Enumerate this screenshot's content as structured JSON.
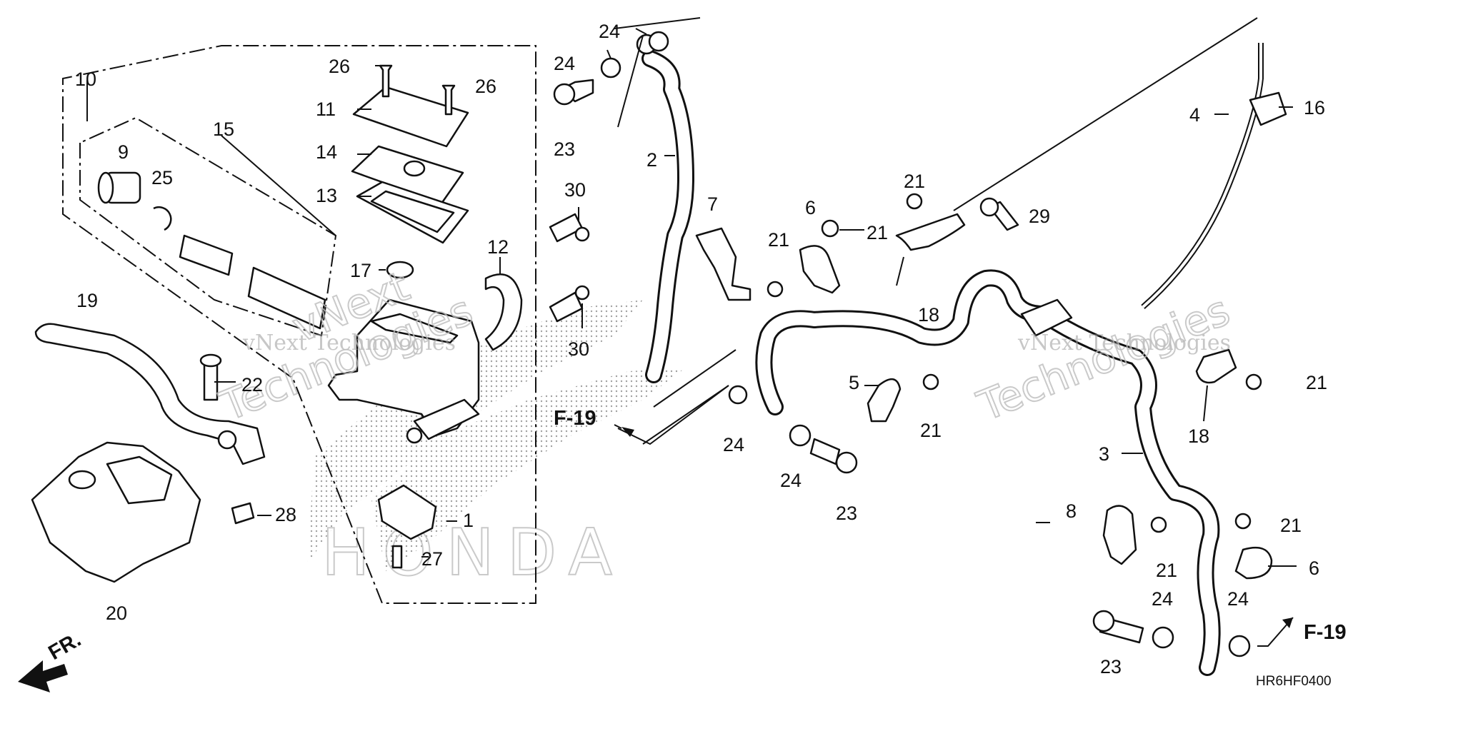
{
  "diagram": {
    "part_labels": [
      {
        "id": "p1",
        "text": "1"
      },
      {
        "id": "p2",
        "text": "2"
      },
      {
        "id": "p3",
        "text": "3"
      },
      {
        "id": "p4",
        "text": "4"
      },
      {
        "id": "p5",
        "text": "5"
      },
      {
        "id": "p6a",
        "text": "6"
      },
      {
        "id": "p6b",
        "text": "6"
      },
      {
        "id": "p7",
        "text": "7"
      },
      {
        "id": "p8",
        "text": "8"
      },
      {
        "id": "p9",
        "text": "9"
      },
      {
        "id": "p10",
        "text": "10"
      },
      {
        "id": "p11",
        "text": "11"
      },
      {
        "id": "p12",
        "text": "12"
      },
      {
        "id": "p13",
        "text": "13"
      },
      {
        "id": "p14",
        "text": "14"
      },
      {
        "id": "p15",
        "text": "15"
      },
      {
        "id": "p16",
        "text": "16"
      },
      {
        "id": "p17",
        "text": "17"
      },
      {
        "id": "p18a",
        "text": "18"
      },
      {
        "id": "p18b",
        "text": "18"
      },
      {
        "id": "p19",
        "text": "19"
      },
      {
        "id": "p20",
        "text": "20"
      },
      {
        "id": "p21a",
        "text": "21"
      },
      {
        "id": "p21b",
        "text": "21"
      },
      {
        "id": "p21c",
        "text": "21"
      },
      {
        "id": "p21d",
        "text": "21"
      },
      {
        "id": "p21e",
        "text": "21"
      },
      {
        "id": "p21f",
        "text": "21"
      },
      {
        "id": "p21g",
        "text": "21"
      },
      {
        "id": "p22",
        "text": "22"
      },
      {
        "id": "p23a",
        "text": "23"
      },
      {
        "id": "p23b",
        "text": "23"
      },
      {
        "id": "p23c",
        "text": "23"
      },
      {
        "id": "p24a",
        "text": "24"
      },
      {
        "id": "p24b",
        "text": "24"
      },
      {
        "id": "p24c",
        "text": "24"
      },
      {
        "id": "p24d",
        "text": "24"
      },
      {
        "id": "p24e",
        "text": "24"
      },
      {
        "id": "p24f",
        "text": "24"
      },
      {
        "id": "p25",
        "text": "25"
      },
      {
        "id": "p26a",
        "text": "26"
      },
      {
        "id": "p26b",
        "text": "26"
      },
      {
        "id": "p27",
        "text": "27"
      },
      {
        "id": "p28",
        "text": "28"
      },
      {
        "id": "p29",
        "text": "29"
      },
      {
        "id": "p30a",
        "text": "30"
      },
      {
        "id": "p30b",
        "text": "30"
      }
    ],
    "references": {
      "f19_left": "F-19",
      "f19_right": "F-19"
    },
    "front_marker": "FR.",
    "diagram_code": "HR6HF0400",
    "watermarks": {
      "text1": "vNext Technologies",
      "text2": "vNext Technologies",
      "outline1": "Technologies",
      "outline2": "Technologies",
      "outline3": "vNext"
    },
    "brand_mark": "HONDA"
  }
}
